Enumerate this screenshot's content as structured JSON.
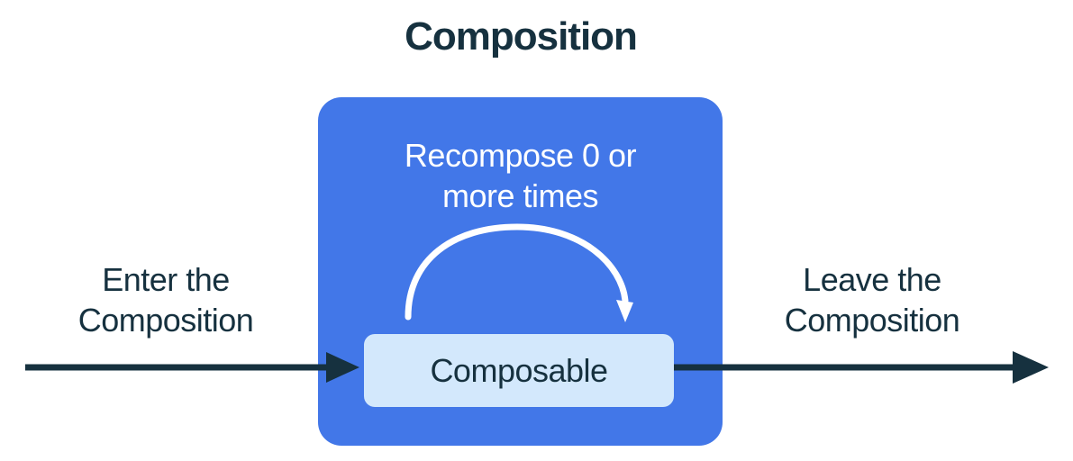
{
  "title": "Composition",
  "colors": {
    "dark_navy": "#16313f",
    "primary_blue": "#4277e8",
    "light_blue": "#d3e8fc",
    "white": "#ffffff",
    "background": "#ffffff"
  },
  "diagram": {
    "recompose_label": "Recompose 0 or\nmore times",
    "composable_label": "Composable",
    "enter_label": "Enter the\nComposition",
    "leave_label": "Leave the\nComposition",
    "icons": {
      "enter_arrow": "right-arrow",
      "leave_arrow": "right-arrow",
      "recompose_arrow": "curved-loop-arrow"
    }
  }
}
